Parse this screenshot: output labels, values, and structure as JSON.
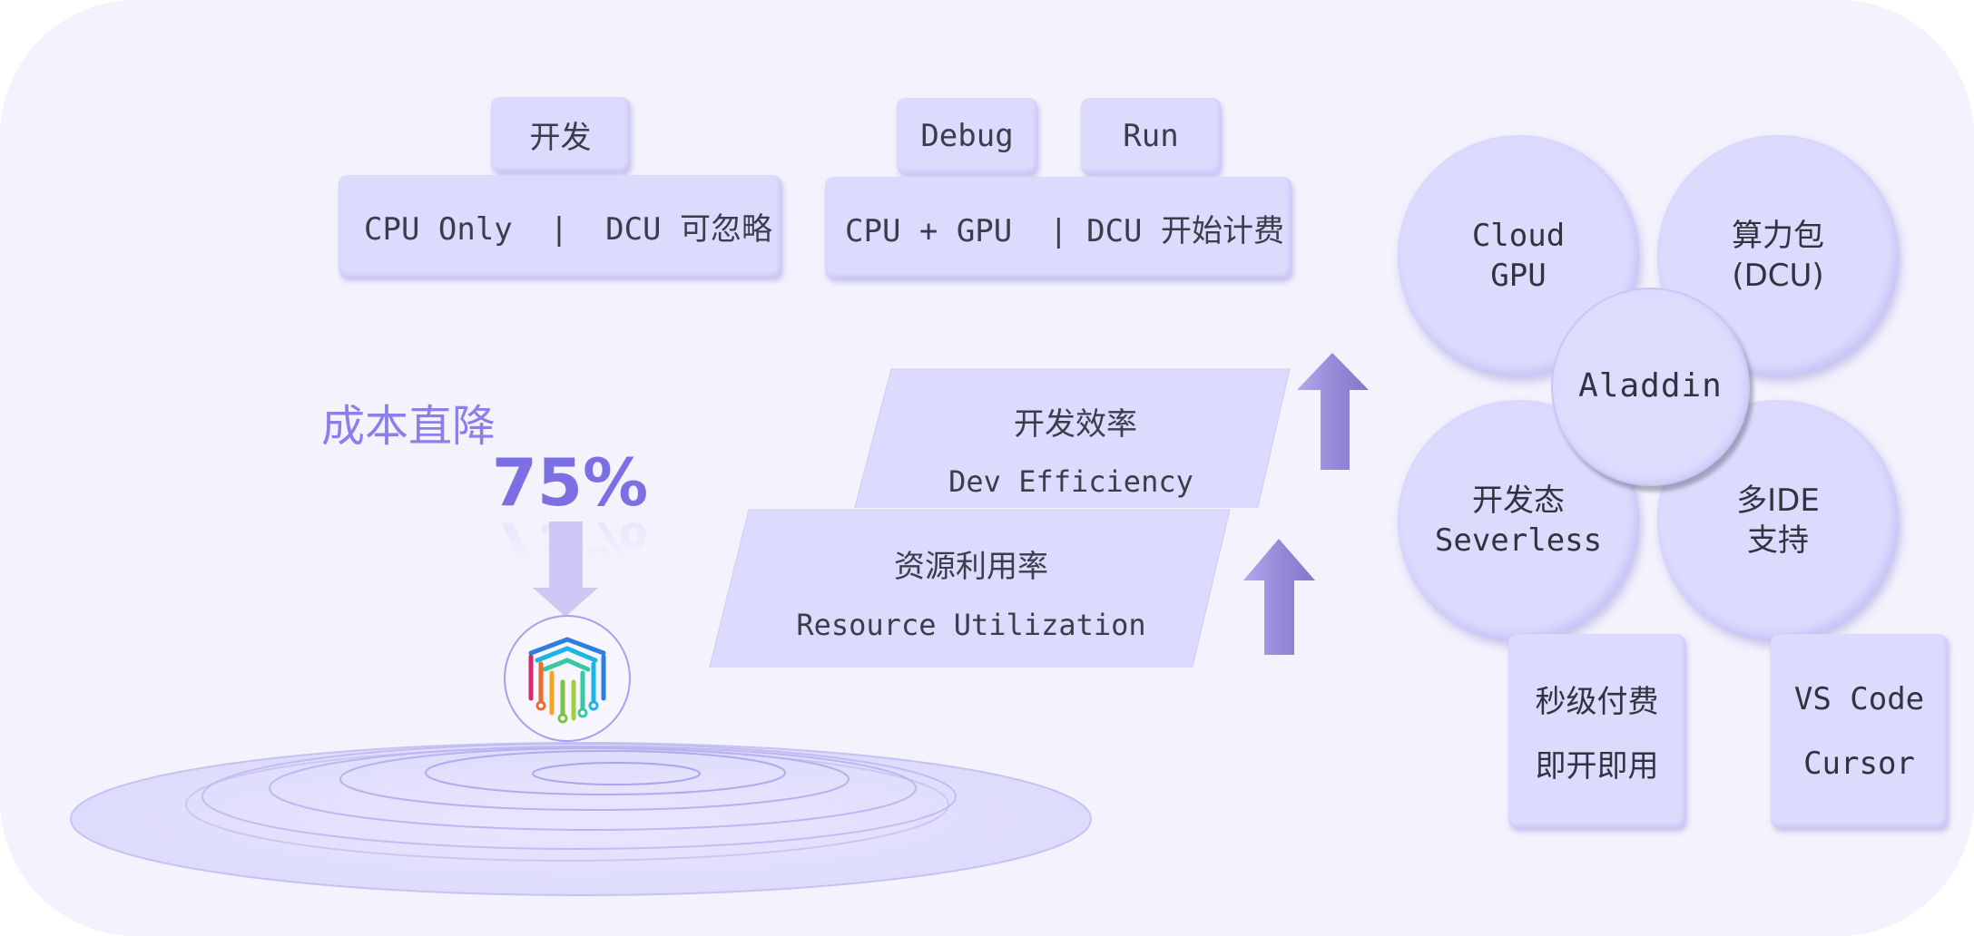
{
  "top_row": {
    "dev_tab": "开发",
    "dev_desc": "CPU Only  |  DCU 可忽略",
    "debug_tab": "Debug",
    "run_tab": "Run",
    "run_desc": "CPU + GPU  | DCU 开始计费"
  },
  "cost": {
    "headline": "成本直降",
    "percent": "75%"
  },
  "efficiency": {
    "dev_efficiency_cn": "开发效率",
    "dev_efficiency_en": "Dev Efficiency",
    "resource_cn": "资源利用率",
    "resource_en": "Resource Utilization"
  },
  "aladdin": {
    "center": "Aladdin",
    "cloud_gpu": [
      "Cloud",
      "GPU"
    ],
    "compute_pack": [
      "算力包",
      "(DCU)"
    ],
    "serverless": [
      "开发态",
      "Severless"
    ],
    "multi_ide": [
      "多IDE",
      "支持"
    ],
    "billing": [
      "秒级付费",
      "即开即用"
    ],
    "editors": [
      "VS Code",
      "Cursor"
    ]
  },
  "colors": {
    "panel": "#f3f2fd",
    "box": "#dcdafd",
    "accent": "#8b80ea",
    "arrow": "#9d92dc"
  },
  "icons": {
    "logo": "colorful-cube-circuit-icon",
    "arrows": "up-arrow-icon"
  }
}
